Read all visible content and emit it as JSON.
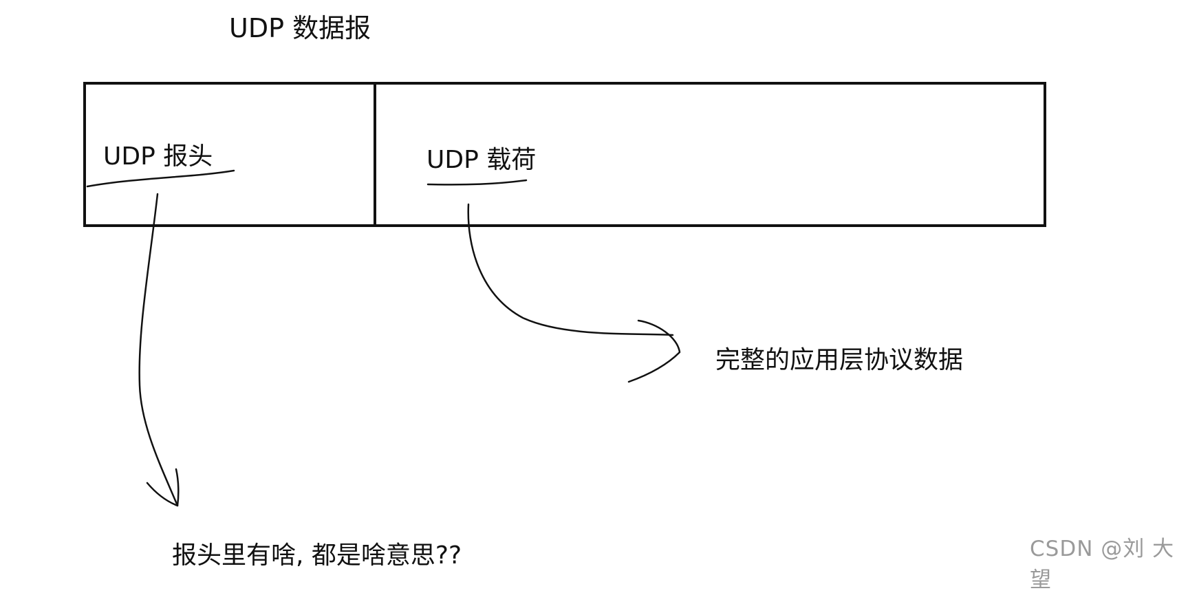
{
  "diagram": {
    "title": "UDP 数据报",
    "header": {
      "label": "UDP 报头",
      "question": "报头里有啥, 都是啥意思??"
    },
    "payload": {
      "label": "UDP 载荷",
      "description": "完整的应用层协议数据"
    }
  },
  "watermark": "CSDN @刘 大 望",
  "colors": {
    "ink": "#111111",
    "watermark": "#9a9a9a"
  }
}
